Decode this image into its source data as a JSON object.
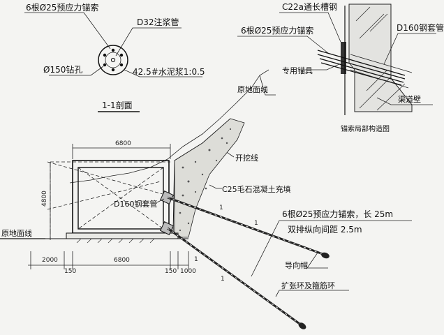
{
  "section_detail": {
    "anchor_label": "6根Ø25预应力锚索",
    "pipe_label": "D32注浆管",
    "hole_label": "Ø150钻孔",
    "grout_label": "42.5#水泥浆1:0.5",
    "caption": "1-1剖面"
  },
  "anchor_detail": {
    "channel_label": "C22a通长槽钢",
    "anchor_label": "6根Ø25预应力锚索",
    "sleeve_label": "D160钢套管",
    "tool_label": "专用锚具",
    "wall_label": "渠道壁",
    "caption": "锚索局部构造图"
  },
  "main_section": {
    "original_ground_top": "原地面线",
    "excavation_line": "开挖线",
    "backfill_label": "C25毛石混凝土充填",
    "sleeve_label": "D160钢套管",
    "anchor_label_line1": "6根Ø25预应力锚索，长 25m",
    "anchor_label_line2": "双排纵向间距 2.5m",
    "guide_cap": "导向帽",
    "spreader_ring": "扩张环及箍筋环",
    "original_ground_left": "原地面线",
    "slope_mark": "1"
  },
  "dimensions": {
    "top_width": "6800",
    "height": "4800",
    "bottom_left": "2000",
    "bottom_mid": "6800",
    "bottom_150_left": "150",
    "bottom_150_right": "150",
    "bottom_right": "1000"
  }
}
